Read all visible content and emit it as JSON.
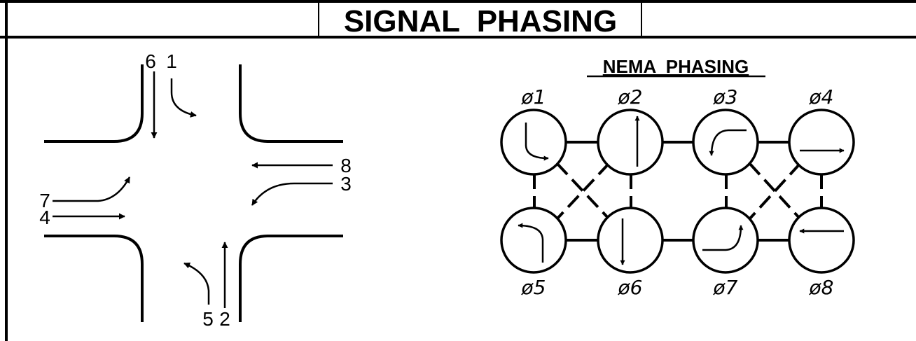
{
  "header": {
    "title": "SIGNAL  PHASING"
  },
  "nema": {
    "title": "NEMA  PHASING",
    "phase_labels": [
      "ø1",
      "ø2",
      "ø3",
      "ø4",
      "ø5",
      "ø6",
      "ø7",
      "ø8"
    ]
  },
  "intersection": {
    "movement_numbers": [
      "6",
      "1",
      "8",
      "3",
      "7",
      "4",
      "5",
      "2"
    ]
  },
  "colors": {
    "line": "#000000",
    "background": "#ffffff"
  }
}
